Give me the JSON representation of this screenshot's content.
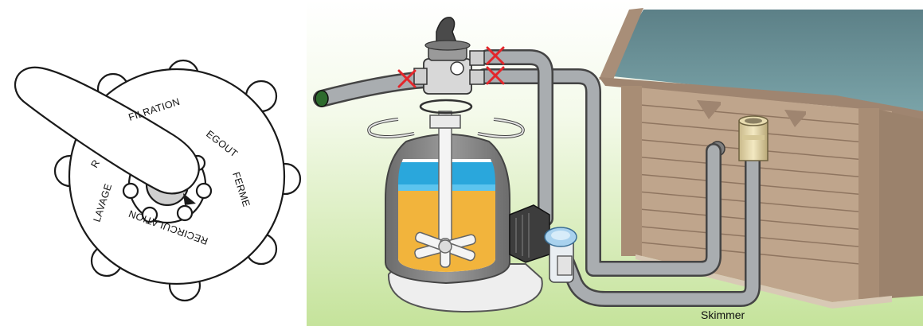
{
  "valve_diagram": {
    "labels": {
      "filtration": "FILRATION",
      "egout": "EGOUT",
      "ferme": "FERME",
      "recirculation": "RECIRCULATION",
      "lavage": "LAVAGE",
      "rincage_partial": "R"
    }
  },
  "installation_diagram": {
    "skimmer_label": "Skimmer"
  },
  "colors": {
    "background_green": "#c8e6a0",
    "pool_wood": "#b9a088",
    "pool_wood_dark": "#8f7560",
    "pool_water": "#6b8f95",
    "pipe_gray": "#a9adb0",
    "sand": "#f2b43c",
    "water_blue": "#2aa7dc",
    "cross_red": "#e3262b"
  }
}
